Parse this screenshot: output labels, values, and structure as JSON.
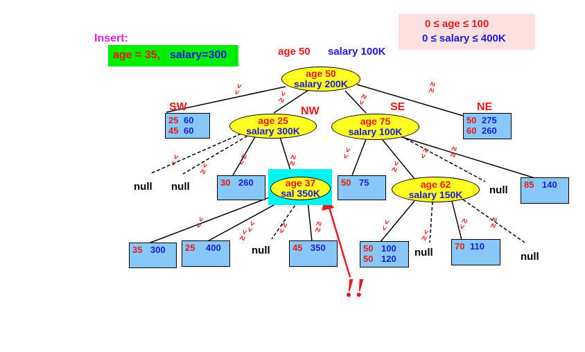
{
  "insert": {
    "title": "Insert:",
    "age_text": "age = 35,",
    "salary_text": "salary=300"
  },
  "range": {
    "age_range": "0 ≤ age ≤ 100",
    "salary_range": "0 ≤ salary ≤ 400K"
  },
  "root_header": {
    "age": "age 50",
    "salary": "salary 100K"
  },
  "quadrants": {
    "sw": "SW",
    "nw": "NW",
    "se": "SE",
    "ne": "NE"
  },
  "nodes": {
    "root": {
      "age": "age 50",
      "salary": "salary 200K"
    },
    "nw": {
      "age": "age 25",
      "salary": "salary 300K"
    },
    "se": {
      "age": "age 75",
      "salary": "salary 100K"
    },
    "nw_ne": {
      "age": "age 37",
      "salary": "sal 350K"
    },
    "se_ne": {
      "age": "age 62",
      "salary": "salary 150K"
    }
  },
  "leaves": {
    "sw_leaf": {
      "row1_a": "25",
      "row1_b": "60",
      "row2_a": "45",
      "row2_b": "60"
    },
    "ne_leaf": {
      "row1_a": "50",
      "row1_b": "275",
      "row2_a": "60",
      "row2_b": "260"
    },
    "nw_se_leaf": {
      "a": "30",
      "b": "260"
    },
    "se_sw_leaf": {
      "a": "50",
      "b": "75"
    },
    "se_ne_ne_leaf": {
      "a": "85",
      "b": "140"
    },
    "l35": {
      "a": "35",
      "b": "300"
    },
    "l25": {
      "a": "25",
      "b": "400"
    },
    "l45": {
      "a": "45",
      "b": "350"
    },
    "l50": {
      "row1_a": "50",
      "row1_b": "100",
      "row2_a": "50",
      "row2_b": "120"
    },
    "l70": {
      "a": "70",
      "b": "110"
    }
  },
  "null_label": "null",
  "comparators": {
    "lt_lt": "< <",
    "ge_ge": "≥ ≥",
    "lt_ge": "< ≥",
    "ge_lt": "≥ <"
  },
  "annotation": "!!",
  "colors": {
    "age": "#e8191a",
    "salary": "#1a1ad8",
    "node_fill": "#ffff22",
    "leaf_fill": "#88c8f8",
    "highlight": "#00f4f4",
    "insert_bg": "#00ee00",
    "range_bg": "#fde0e0",
    "insert_title": "#e020e0"
  }
}
